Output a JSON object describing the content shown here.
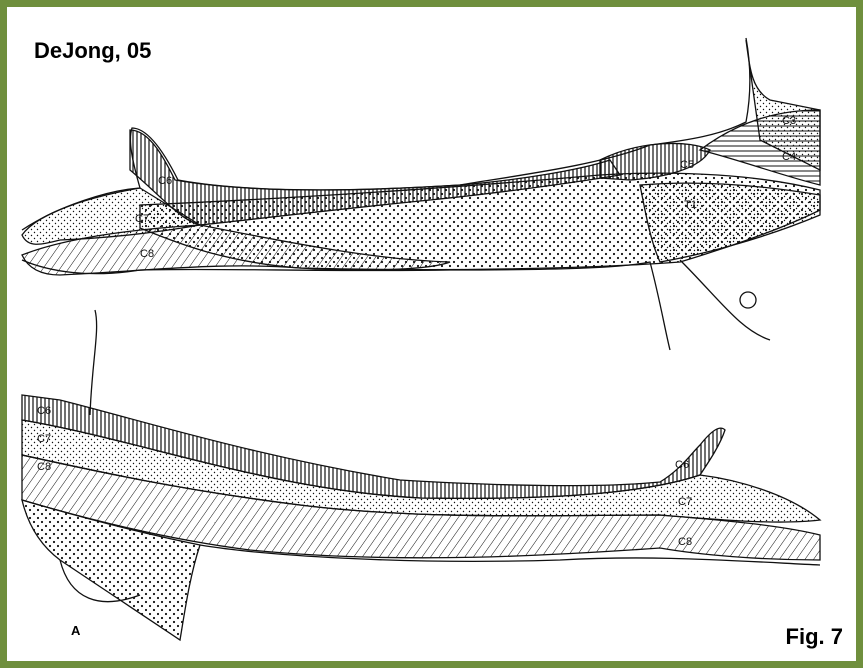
{
  "figure": {
    "citation": "DeJong, 05",
    "figure_label": "Fig. 7",
    "panel_label": "A"
  },
  "upper_arm_view": {
    "segments": [
      "C3",
      "C4",
      "C5",
      "C6",
      "C7",
      "C8",
      "T1"
    ]
  },
  "lower_arm_view": {
    "segments": [
      "C6",
      "C7",
      "C8",
      "C6",
      "C7",
      "C8"
    ]
  },
  "colors": {
    "border": "#6f8f3d",
    "ink": "#111111"
  }
}
